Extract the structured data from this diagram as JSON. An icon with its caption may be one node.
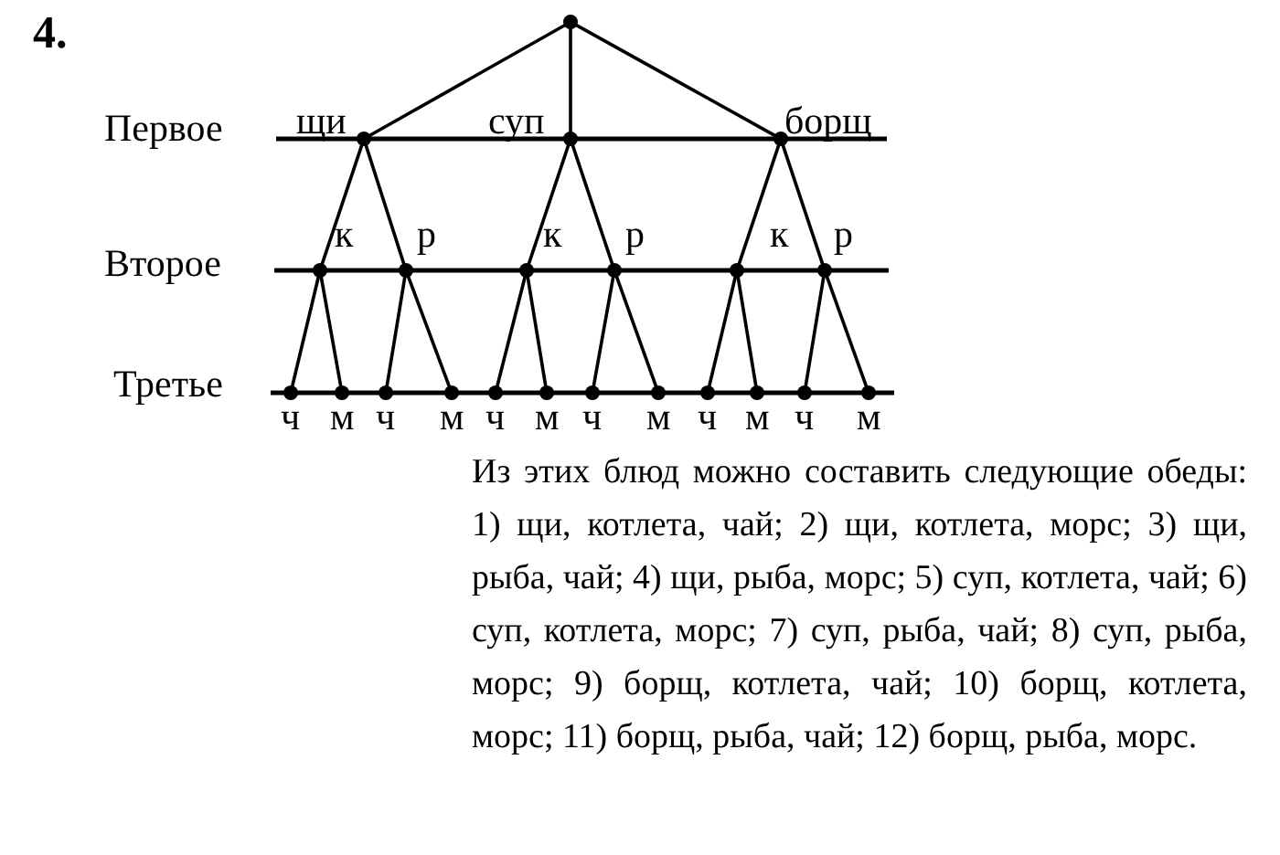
{
  "diagram": {
    "nodes": [
      {
        "text": [],
        "shape": "circle"
      },
      {
        "text": [],
        "shape": "circle",
        "beside": [
          "щи"
        ]
      },
      {
        "text": [],
        "shape": "circle",
        "beside": [
          "суп"
        ]
      },
      {
        "text": [],
        "shape": "circle",
        "beside": [
          "борщ"
        ]
      },
      {
        "text": [],
        "shape": "circle",
        "beside": [
          "к"
        ]
      },
      {
        "text": [],
        "shape": "circle",
        "beside": [
          "р"
        ]
      },
      {
        "text": [],
        "shape": "circle",
        "beside": [
          "к"
        ]
      },
      {
        "text": [],
        "shape": "circle",
        "beside": [
          "р"
        ]
      },
      {
        "text": [],
        "shape": "circle",
        "beside": [
          "к"
        ]
      },
      {
        "text": [],
        "shape": "circle",
        "beside": [
          "р"
        ]
      },
      {
        "text": [],
        "shape": "circle",
        "beside": [
          "ч"
        ]
      },
      {
        "text": [],
        "shape": "circle",
        "beside": [
          "м"
        ]
      },
      {
        "text": [],
        "shape": "circle",
        "beside": [
          "ч"
        ]
      },
      {
        "text": [],
        "shape": "circle",
        "beside": [
          "м"
        ]
      },
      {
        "text": [],
        "shape": "circle",
        "beside": [
          "ч"
        ]
      },
      {
        "text": [],
        "shape": "circle",
        "beside": [
          "м"
        ]
      },
      {
        "text": [],
        "shape": "circle",
        "beside": [
          "ч"
        ]
      },
      {
        "text": [],
        "shape": "circle",
        "beside": [
          "м"
        ]
      },
      {
        "text": [],
        "shape": "circle",
        "beside": [
          "ч"
        ]
      },
      {
        "text": [],
        "shape": "circle",
        "beside": [
          "м"
        ]
      },
      {
        "text": [],
        "shape": "circle",
        "beside": [
          "ч"
        ]
      },
      {
        "text": [],
        "shape": "circle",
        "beside": [
          "м"
        ]
      }
    ],
    "edges": [
      {
        "from": 0,
        "to": 1,
        "arrow": "none"
      },
      {
        "from": 0,
        "to": 2,
        "arrow": "none"
      },
      {
        "from": 0,
        "to": 3,
        "arrow": "none"
      },
      {
        "from": 1,
        "to": 4,
        "arrow": "none"
      },
      {
        "from": 1,
        "to": 5,
        "arrow": "none"
      },
      {
        "from": 2,
        "to": 6,
        "arrow": "none"
      },
      {
        "from": 2,
        "to": 7,
        "arrow": "none"
      },
      {
        "from": 3,
        "to": 8,
        "arrow": "none"
      },
      {
        "from": 3,
        "to": 9,
        "arrow": "none"
      },
      {
        "from": 4,
        "to": 10,
        "arrow": "none"
      },
      {
        "from": 4,
        "to": 11,
        "arrow": "none"
      },
      {
        "from": 5,
        "to": 12,
        "arrow": "none"
      },
      {
        "from": 5,
        "to": 13,
        "arrow": "none"
      },
      {
        "from": 6,
        "to": 14,
        "arrow": "none"
      },
      {
        "from": 6,
        "to": 15,
        "arrow": "none"
      },
      {
        "from": 7,
        "to": 16,
        "arrow": "none"
      },
      {
        "from": 7,
        "to": 17,
        "arrow": "none"
      },
      {
        "from": 8,
        "to": 18,
        "arrow": "none"
      },
      {
        "from": 8,
        "to": 19,
        "arrow": "none"
      },
      {
        "from": 9,
        "to": 20,
        "arrow": "none"
      },
      {
        "from": 9,
        "to": 21,
        "arrow": "none"
      }
    ],
    "labels": [
      "4.",
      "Первое",
      "Второе",
      "Третье",
      "Из этих блюд можно составить следующие обеды: 1) щи, котлета, чай; 2) щи, котлета, морс; 3) щи, рыба, чай; 4) щи, рыба, морс; 5) суп, котлета, чай; 6) суп, котлета, морс; 7) суп, рыба, чай; 8) суп, рыба, морс; 9) борщ, котлета, чай; 10) борщ, котлета, морс; 11) борщ, рыба, чай; 12) борщ, рыба, морс."
    ]
  }
}
